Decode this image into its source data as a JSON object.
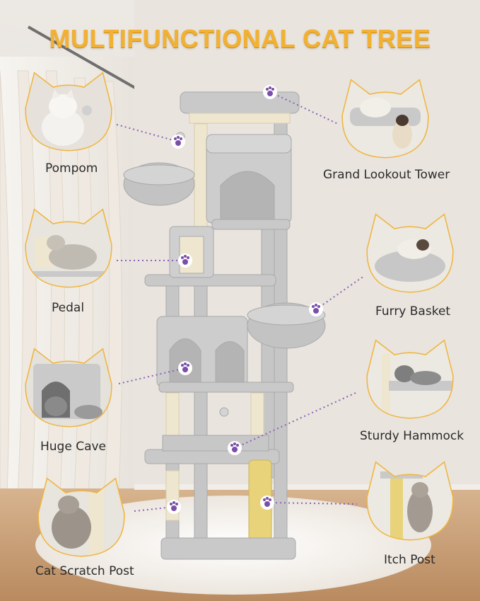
{
  "title": "MULTIFUNCTIONAL CAT TREE",
  "colors": {
    "title": "#f2b132",
    "bubble_border": "#f0b43a",
    "paw_badge": "#7a4fa8",
    "tree_plush": "#c9c9c9",
    "sisal": "#efe6cf",
    "label_text": "#2b2b2b"
  },
  "features": [
    {
      "id": "pompom",
      "label": "Pompom",
      "icon": "cat-with-pompom"
    },
    {
      "id": "lookout",
      "label": "Grand Lookout Tower",
      "icon": "cats-on-perch"
    },
    {
      "id": "pedal",
      "label": "Pedal",
      "icon": "cat-on-scratch-ramp"
    },
    {
      "id": "basket",
      "label": "Furry Basket",
      "icon": "cat-in-basket"
    },
    {
      "id": "cave",
      "label": "Huge Cave",
      "icon": "cat-in-condo"
    },
    {
      "id": "hammock",
      "label": "Sturdy Hammock",
      "icon": "cat-in-hammock"
    },
    {
      "id": "scratch",
      "label": "Cat Scratch Post",
      "icon": "cat-scratching-post"
    },
    {
      "id": "itch",
      "label": "Itch Post",
      "icon": "cat-on-itch-post"
    }
  ]
}
